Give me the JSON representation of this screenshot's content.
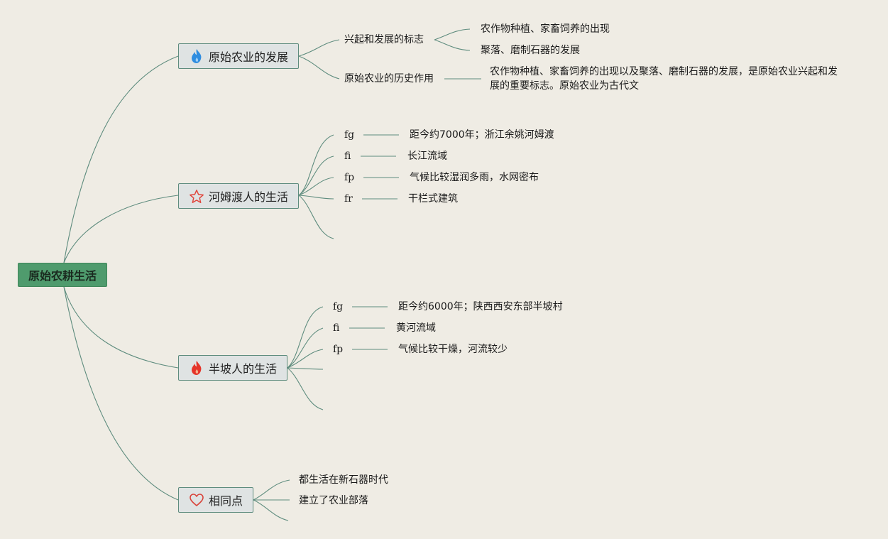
{
  "root": {
    "label": "原始农耕生活"
  },
  "branches": [
    {
      "label": "原始农业的发展",
      "icon": "fire-blue-icon",
      "subs": [
        {
          "label": "兴起和发展的标志",
          "leaves": [
            "农作物种植、家畜饲养的出现",
            "聚落、磨制石器的发展"
          ]
        },
        {
          "label": "原始农业的历史作用",
          "leaves": [
            "农作物种植、家畜饲养的出现以及聚落、磨制石器的发展，是原始农业兴起和发展的重要标志。原始农业为古代文"
          ]
        }
      ]
    },
    {
      "label": "河姆渡人的生活",
      "icon": "star-outline-icon",
      "items": [
        {
          "code": "fg",
          "text": "距今约7000年；浙江余姚河姆渡"
        },
        {
          "code": "fi",
          "text": "长江流域"
        },
        {
          "code": "fp",
          "text": "气候比较湿润多雨，水网密布"
        },
        {
          "code": "fr",
          "text": "干栏式建筑"
        }
      ]
    },
    {
      "label": "半坡人的生活",
      "icon": "fire-red-icon",
      "items": [
        {
          "code": "fg",
          "text": "距今约6000年；陕西西安东部半坡村"
        },
        {
          "code": "fi",
          "text": "黄河流域"
        },
        {
          "code": "fp",
          "text": "气候比较干燥，河流较少"
        }
      ]
    },
    {
      "label": "相同点",
      "icon": "heart-outline-icon",
      "items": [
        {
          "text": "都生活在新石器时代"
        },
        {
          "text": "建立了农业部落"
        }
      ]
    }
  ],
  "colors": {
    "background": "#efece4",
    "root_fill": "#4f9b6d",
    "branch_fill": "#dfe3e3",
    "line": "#5e8c7e",
    "fire_blue": "#2f8de0",
    "star_red": "#e0443a",
    "fire_red": "#e5352a",
    "heart_red": "#d9433a"
  }
}
